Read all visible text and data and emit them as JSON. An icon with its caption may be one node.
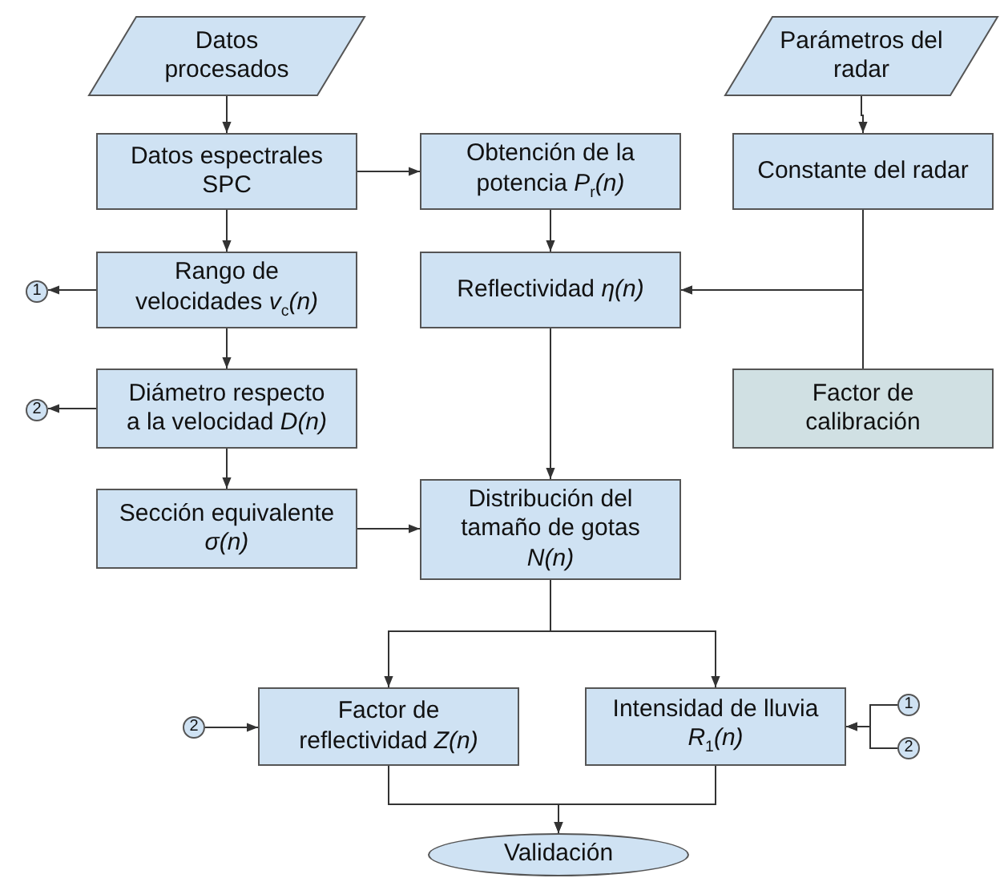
{
  "diagram": {
    "nodes": [
      {
        "text": [
          "Datos procesados"
        ]
      },
      {
        "text": [
          "Parámetros del radar"
        ]
      },
      {
        "text": [
          "Datos espectrales SPC"
        ]
      },
      {
        "text": [
          "Obtención de la potencia *P*$_{r}$*(n)*"
        ]
      },
      {
        "text": [
          "Constante del radar"
        ]
      },
      {
        "text": [
          "Rango de velocidades *v*$_{c}$*(n)*"
        ]
      },
      {
        "text": [
          "Reflectividad *η(n)*"
        ]
      },
      {
        "text": [
          "1"
        ]
      },
      {
        "text": [
          "Diámetro respecto a la velocidad *D(n)*"
        ]
      },
      {
        "text": [
          "2"
        ]
      },
      {
        "text": [
          "Factor de calibración"
        ]
      },
      {
        "text": [
          "Sección equivalente *σ(n)*"
        ]
      },
      {
        "text": [
          "Distribución del tamaño de gotas *N(n)*"
        ]
      },
      {
        "text": [
          "2"
        ]
      },
      {
        "text": [
          "Factor de reflectividad *Z(n)*"
        ]
      },
      {
        "text": [
          "Intensidad de lluvia *R*$_{1}$*(n)*"
        ]
      },
      {
        "text": [
          "1"
        ]
      },
      {
        "text": [
          "2"
        ]
      },
      {
        "text": [
          "Validación"
        ]
      }
    ],
    "edges": [
      {
        "from": 0,
        "to": 2,
        "arrow": "to"
      },
      {
        "from": 2,
        "to": 3,
        "arrow": "to"
      },
      {
        "from": 2,
        "to": 5,
        "arrow": "to"
      },
      {
        "from": 3,
        "to": 6,
        "arrow": "to"
      },
      {
        "from": 1,
        "to": 4,
        "arrow": "to"
      },
      {
        "from": 4,
        "to": 6,
        "arrow": "to"
      },
      {
        "from": 10,
        "to": 6,
        "arrow": "to"
      },
      {
        "from": 5,
        "to": 7,
        "arrow": "to"
      },
      {
        "from": 5,
        "to": 8,
        "arrow": "to"
      },
      {
        "from": 8,
        "to": 9,
        "arrow": "to"
      },
      {
        "from": 8,
        "to": 11,
        "arrow": "to"
      },
      {
        "from": 6,
        "to": 12,
        "arrow": "to"
      },
      {
        "from": 11,
        "to": 12,
        "arrow": "to"
      },
      {
        "from": 12,
        "to": 14,
        "arrow": "to"
      },
      {
        "from": 12,
        "to": 15,
        "arrow": "to"
      },
      {
        "from": 13,
        "to": 14,
        "arrow": "to"
      },
      {
        "from": 16,
        "to": 15,
        "arrow": "to"
      },
      {
        "from": 17,
        "to": 15,
        "arrow": "to"
      },
      {
        "from": 14,
        "to": 18,
        "arrow": "to"
      },
      {
        "from": 15,
        "to": 18,
        "arrow": "to"
      }
    ]
  }
}
